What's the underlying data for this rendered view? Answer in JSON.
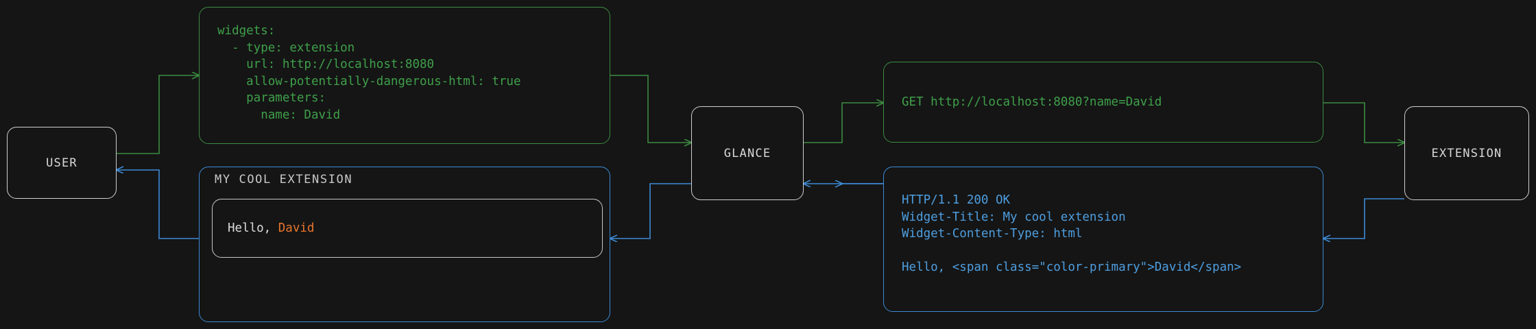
{
  "diagram": {
    "type": "sequence-flow",
    "background": "#151515",
    "colors": {
      "request_green": "#3fa04a",
      "response_blue": "#4e9ee0",
      "node_outline": "#d0d0d0",
      "accent_orange": "#e8762c",
      "text_light": "#d8d8d8"
    },
    "nodes": [
      {
        "id": "user",
        "label": "USER"
      },
      {
        "id": "glance",
        "label": "GLANCE"
      },
      {
        "id": "extension",
        "label": "EXTENSION"
      }
    ],
    "messages": {
      "config_yaml": "widgets:\n  - type: extension\n    url: http://localhost:8080\n    allow-potentially-dangerous-html: true\n    parameters:\n      name: David",
      "http_request": "GET http://localhost:8080?name=David",
      "http_response": "HTTP/1.1 200 OK\nWidget-Title: My cool extension\nWidget-Content-Type: html\n\nHello, <span class=\"color-primary\">David</span>",
      "widget_title": "MY COOL EXTENSION",
      "widget_greeting_prefix": "Hello, ",
      "widget_greeting_name": "David"
    }
  }
}
